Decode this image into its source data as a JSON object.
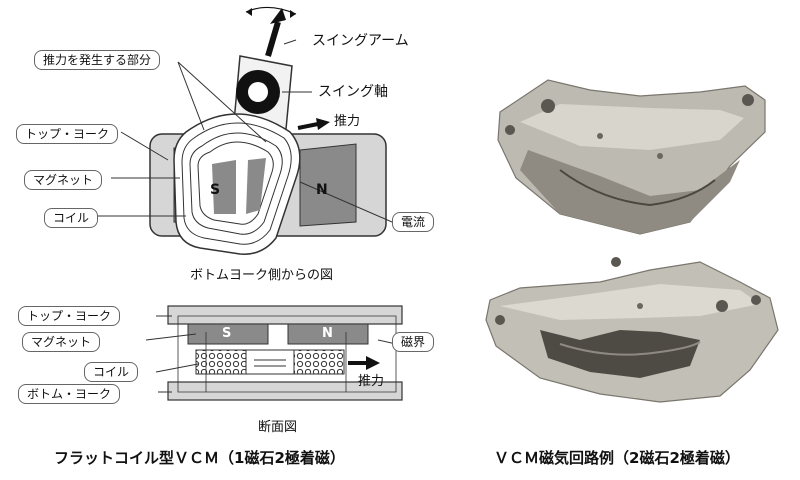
{
  "top_diagram": {
    "labels": {
      "thrust_part": "推力を発生する部分",
      "top_yoke": "トップ・ヨーク",
      "magnet": "マグネット",
      "coil": "コイル",
      "swing_arm": "スイングアーム",
      "swing_axis": "スイング軸",
      "thrust": "推力",
      "current": "電流",
      "pole_s": "S",
      "pole_n": "N"
    },
    "caption": "ボトムヨーク側からの図"
  },
  "section_diagram": {
    "labels": {
      "top_yoke": "トップ・ヨーク",
      "magnet": "マグネット",
      "coil": "コイル",
      "bottom_yoke": "ボトム・ヨーク",
      "field": "磁界",
      "thrust": "推力",
      "pole_s": "S",
      "pole_n": "N"
    },
    "caption": "断面図"
  },
  "captions": {
    "left": "フラットコイル型ＶＣＭ（1磁石2極着磁）",
    "right": "ＶＣＭ磁気回路例（2磁石2極着磁）"
  },
  "colors": {
    "yoke": "#d6d6d6",
    "magnet": "#8a8a8a",
    "outline": "#333333",
    "metal": "#bdbab2"
  }
}
